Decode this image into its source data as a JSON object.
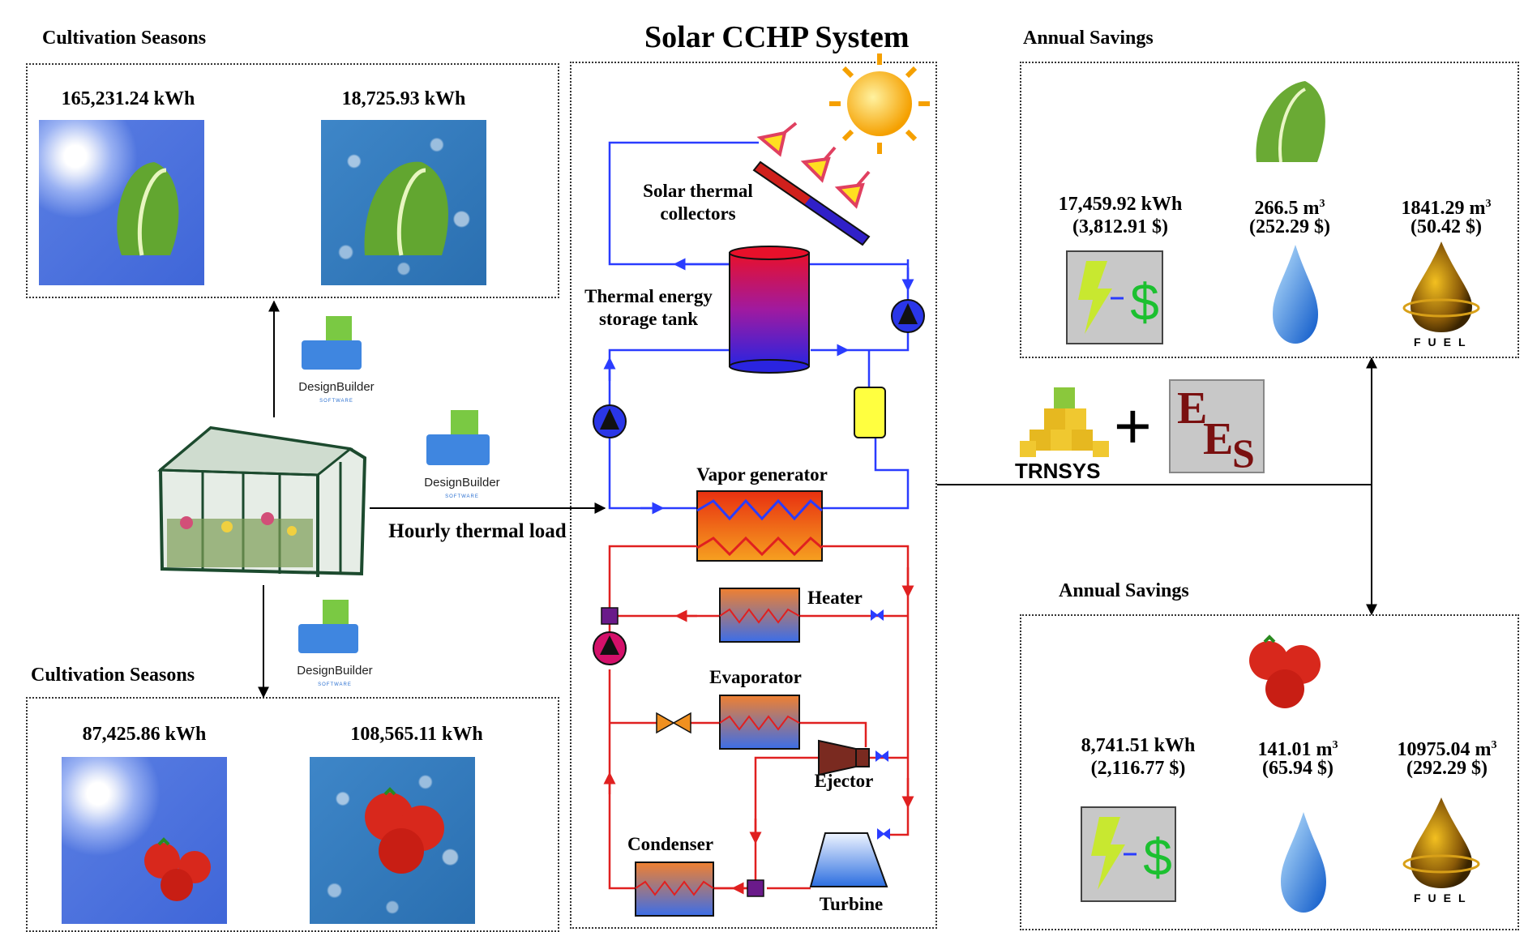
{
  "title": "Solar CCHP System",
  "left_top": {
    "header": "Cultivation Seasons",
    "summer_value": "165,231.24 kWh",
    "winter_value": "18,725.93 kWh"
  },
  "left_bottom": {
    "header": "Cultivation Seasons",
    "summer_value": "87,425.86 kWh",
    "winter_value": "108,565.11 kWh"
  },
  "hourly_label": "Hourly thermal load",
  "designbuilder": {
    "label": "DesignBuilder",
    "sub": "SOFTWARE"
  },
  "center": {
    "solar_collectors": "Solar thermal collectors",
    "storage_tank": "Thermal energy storage tank",
    "vapor_generator": "Vapor generator",
    "heater": "Heater",
    "evaporator": "Evaporator",
    "ejector": "Ejector",
    "condenser": "Condenser",
    "turbine": "Turbine"
  },
  "tools": {
    "trnsys": "TRNSYS",
    "plus": "+",
    "ees_e1": "E",
    "ees_e2": "E",
    "ees_s": "S"
  },
  "right_top": {
    "header": "Annual Savings",
    "electricity": {
      "value": "17,459.92 kWh",
      "cost": "(3,812.91 $)"
    },
    "water": {
      "value": "266.5 m",
      "sup": "3",
      "cost": "(252.29 $)"
    },
    "fuel": {
      "value": "1841.29 m",
      "sup": "3",
      "cost": "(50.42 $)"
    },
    "fuel_label": "FUEL"
  },
  "right_bottom": {
    "header": "Annual Savings",
    "electricity": {
      "value": "8,741.51 kWh",
      "cost": "(2,116.77 $)"
    },
    "water": {
      "value": "141.01 m",
      "sup": "3",
      "cost": "(65.94 $)"
    },
    "fuel": {
      "value": "10975.04 m",
      "sup": "3",
      "cost": "(292.29 $)"
    },
    "fuel_label": "FUEL"
  },
  "colors": {
    "blue_line": "#2a3cff",
    "red_line": "#e02020",
    "arrow": "#000000"
  }
}
